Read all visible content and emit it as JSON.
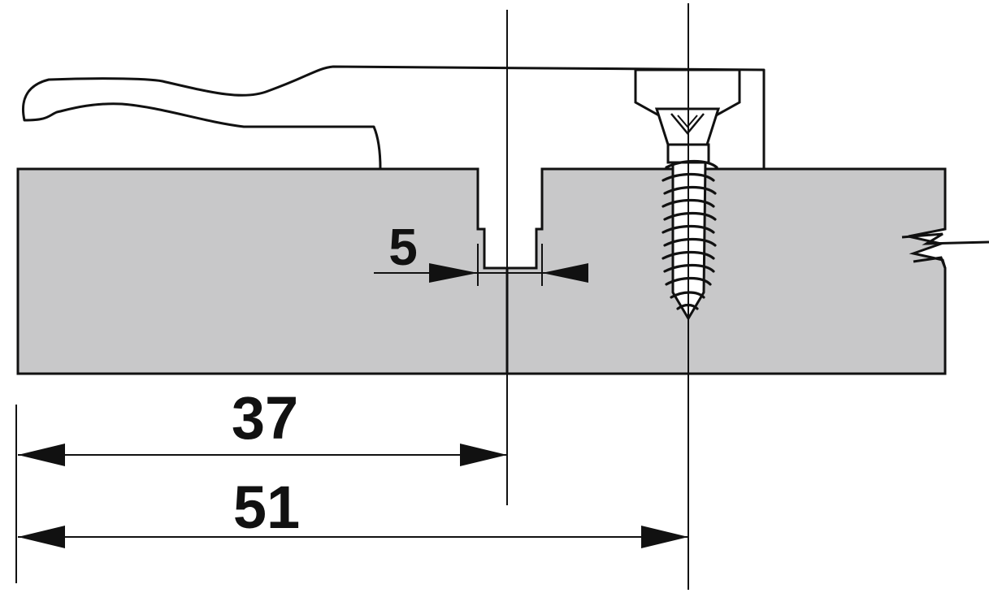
{
  "diagram": {
    "dimensions": {
      "gap": "5",
      "slot_offset": "37",
      "screw_offset": "51"
    },
    "colors": {
      "panel_fill": "#c8c8c9",
      "line": "#111111",
      "background": "#ffffff"
    }
  }
}
